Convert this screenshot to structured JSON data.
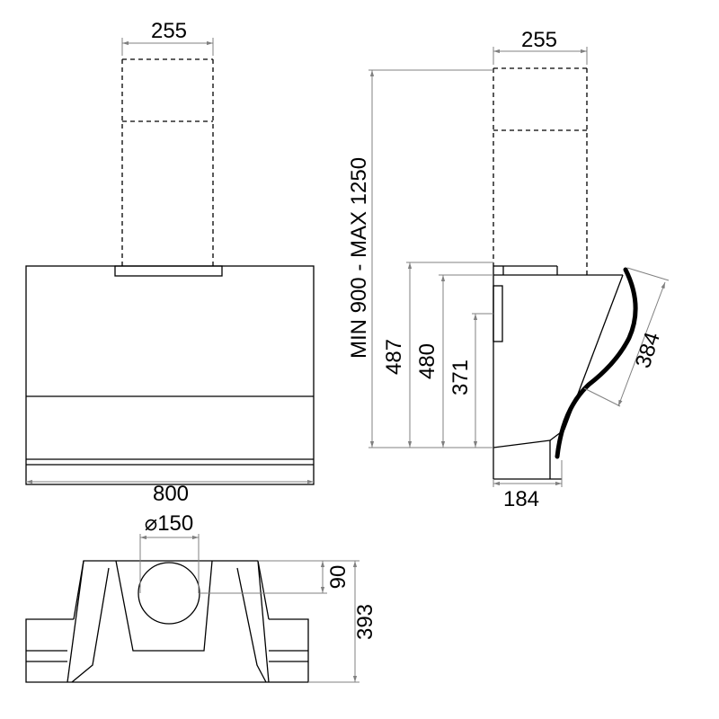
{
  "dimensions": {
    "front_chimney_width": "255",
    "side_chimney_width": "255",
    "height_range": "MIN 900 - MAX 1250",
    "height_487": "487",
    "height_480": "480",
    "height_371": "371",
    "glass_length": "384",
    "hood_width": "800",
    "side_depth": "184",
    "duct_diameter": "⌀150",
    "duct_offset": "90",
    "top_depth": "393"
  }
}
